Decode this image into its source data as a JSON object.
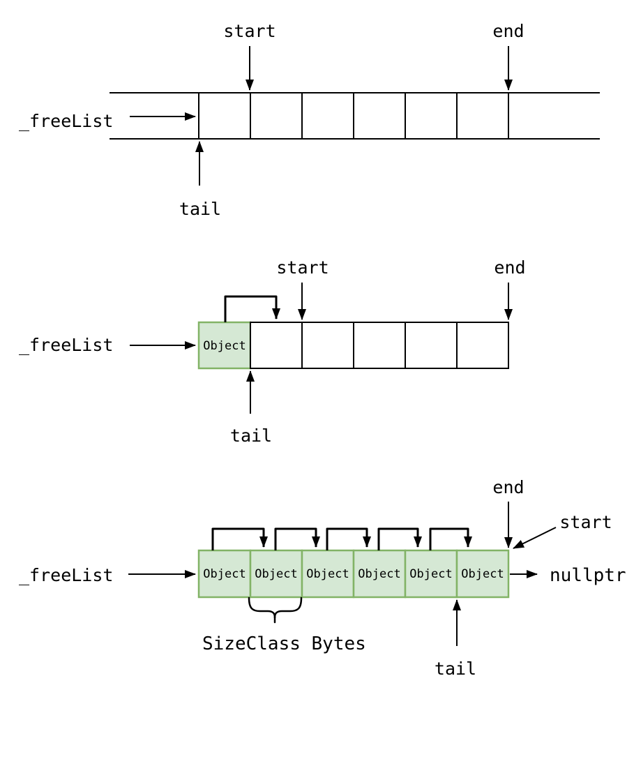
{
  "colors": {
    "object_cell_fill": "#d5e8d4",
    "object_cell_border": "#82b366",
    "nullptr_color": "#3333ff",
    "line_color": "#000000"
  },
  "diagram1": {
    "freelist_label": "_freeList",
    "start_label": "start",
    "end_label": "end",
    "tail_label": "tail"
  },
  "diagram2": {
    "freelist_label": "_freeList",
    "start_label": "start",
    "end_label": "end",
    "tail_label": "tail",
    "object_label": "Object"
  },
  "diagram3": {
    "freelist_label": "_freeList",
    "start_label": "start",
    "end_label": "end",
    "tail_label": "tail",
    "nullptr_label": "nullptr",
    "sizeclass_label": "SizeClass Bytes",
    "object_labels": [
      "Object",
      "Object",
      "Object",
      "Object",
      "Object",
      "Object"
    ]
  }
}
